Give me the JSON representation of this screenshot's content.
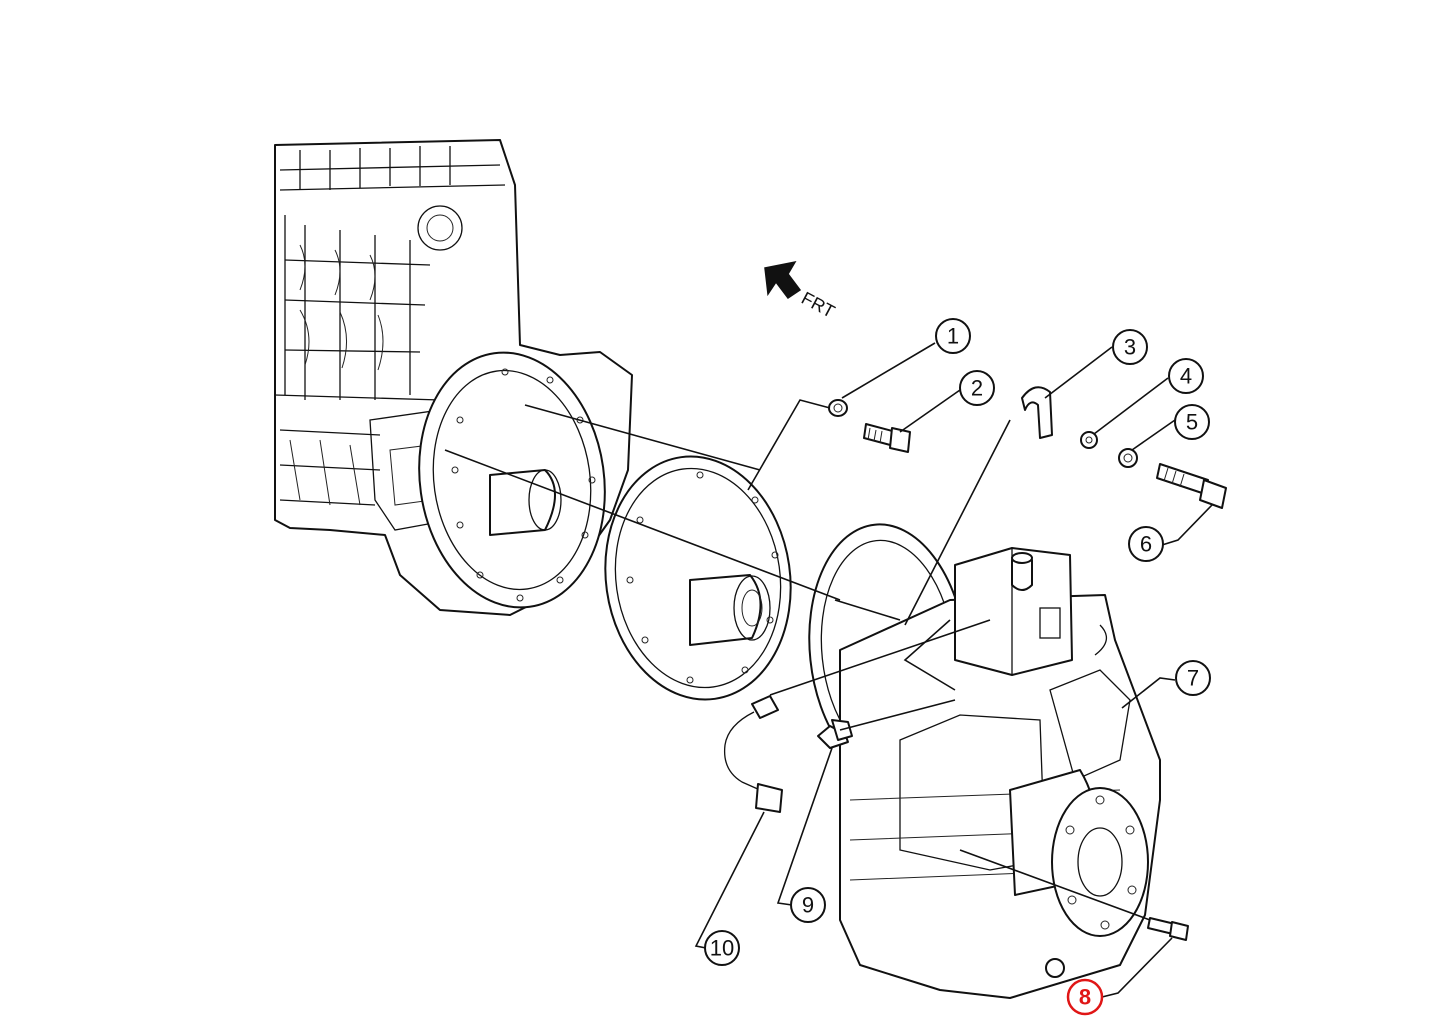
{
  "orientation": {
    "label": "FRT",
    "icon": "direction-arrow-icon"
  },
  "callouts": [
    {
      "number": "1",
      "highlighted": false
    },
    {
      "number": "2",
      "highlighted": false
    },
    {
      "number": "3",
      "highlighted": false
    },
    {
      "number": "4",
      "highlighted": false
    },
    {
      "number": "5",
      "highlighted": false
    },
    {
      "number": "6",
      "highlighted": false
    },
    {
      "number": "7",
      "highlighted": false
    },
    {
      "number": "8",
      "highlighted": true
    },
    {
      "number": "9",
      "highlighted": false
    },
    {
      "number": "10",
      "highlighted": false
    }
  ],
  "colors": {
    "line": "#111111",
    "highlight": "#e01616",
    "background": "#ffffff"
  }
}
